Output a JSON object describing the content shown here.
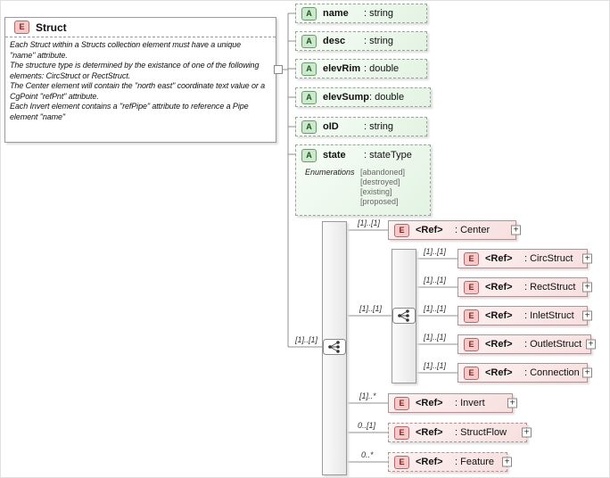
{
  "ui": {
    "expand_glyph": "+"
  },
  "root": {
    "badge": "E",
    "title": "Struct",
    "documentation": "Each Struct within a Structs collection element must have a unique\n\"name\" attribute.\nThe structure type is determined by the existance of one of the following\nelements: CircStruct or RectStruct.\nThe Center element will contain the \"north east\" coordinate text value or a\nCgPoint \"refPnt\" attribute.\nEach Invert element contains a \"refPipe\" attribute to reference a Pipe\nelement \"name\""
  },
  "attributes": [
    {
      "badge": "A",
      "name": "name",
      "type": ": string"
    },
    {
      "badge": "A",
      "name": "desc",
      "type": ": string"
    },
    {
      "badge": "A",
      "name": "elevRim",
      "type": ": double"
    },
    {
      "badge": "A",
      "name": "elevSump",
      "type": ": double"
    },
    {
      "badge": "A",
      "name": "oID",
      "type": ": string"
    },
    {
      "badge": "A",
      "name": "state",
      "type": ": stateType",
      "enumerations_label": "Enumerations",
      "enumerations": [
        "[abandoned]",
        "[destroyed]",
        "[existing]",
        "[proposed]"
      ]
    }
  ],
  "compositors": {
    "sequence": {
      "cardinality": "[1]..[1]"
    },
    "choice": {
      "cardinality": "[1]..[1]"
    }
  },
  "elements": {
    "center": {
      "cardinality": "[1]..[1]",
      "badge": "E",
      "label": "<Ref>",
      "type": ": Center"
    },
    "circ_struct": {
      "cardinality": "[1]..[1]",
      "badge": "E",
      "label": "<Ref>",
      "type": ": CircStruct"
    },
    "rect_struct": {
      "cardinality": "[1]..[1]",
      "badge": "E",
      "label": "<Ref>",
      "type": ": RectStruct"
    },
    "inlet_struct": {
      "cardinality": "[1]..[1]",
      "badge": "E",
      "label": "<Ref>",
      "type": ": InletStruct"
    },
    "outlet_struct": {
      "cardinality": "[1]..[1]",
      "badge": "E",
      "label": "<Ref>",
      "type": ": OutletStruct"
    },
    "connection": {
      "cardinality": "[1]..[1]",
      "badge": "E",
      "label": "<Ref>",
      "type": ": Connection"
    },
    "invert": {
      "cardinality": "[1]..*",
      "badge": "E",
      "label": "<Ref>",
      "type": ": Invert"
    },
    "struct_flow": {
      "cardinality": "0..[1]",
      "badge": "E",
      "label": "<Ref>",
      "type": ": StructFlow"
    },
    "feature": {
      "cardinality": "0..*",
      "badge": "E",
      "label": "<Ref>",
      "type": ": Feature"
    }
  }
}
